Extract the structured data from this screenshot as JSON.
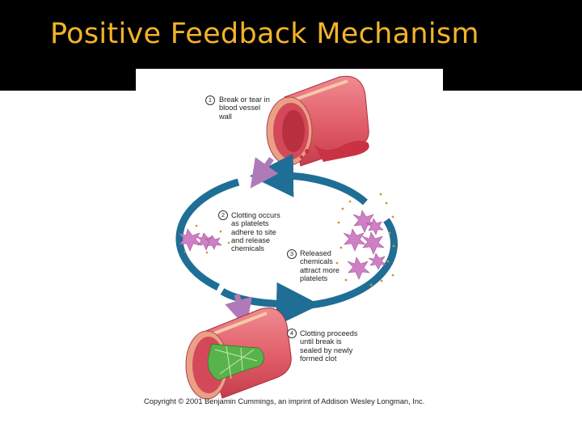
{
  "title": "Positive Feedback Mechanism",
  "steps": [
    {
      "number": "1",
      "text": "Break or tear in\nblood vessel\nwall"
    },
    {
      "number": "2",
      "text": "Clotting occurs\nas platelets\nadhere to site\nand release\nchemicals"
    },
    {
      "number": "3",
      "text": "Released\nchemicals\nattract more\nplatelets"
    },
    {
      "number": "4",
      "text": "Clotting proceeds\nuntil break is\nsealed by newly\nformed clot"
    }
  ],
  "copyright": "Copyright © 2001 Benjamin Cummings, an imprint of Addison Wesley Longman, Inc.",
  "colors": {
    "title": "#f3b32a",
    "cycle_arrow": "#1f6e95",
    "step_arrow": "#b07ab8",
    "vessel": "#e2616b",
    "platelet": "#cf7fc4",
    "clot": "#58b44a"
  }
}
